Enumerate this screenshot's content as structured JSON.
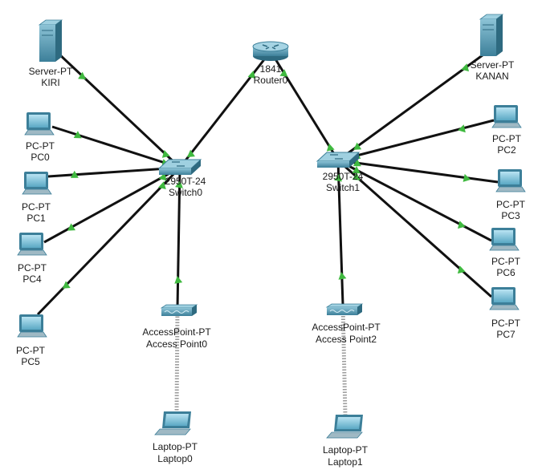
{
  "devices": {
    "server_kiri": {
      "type": "Server-PT",
      "name": "KIRI"
    },
    "server_kanan": {
      "type": "Server-PT",
      "name": "KANAN"
    },
    "router0": {
      "type": "1841",
      "name": "Router0"
    },
    "switch0": {
      "type": "2950T-24",
      "name": "Switch0"
    },
    "switch1": {
      "type": "2950T-24",
      "name": "Switch1"
    },
    "pc0": {
      "type": "PC-PT",
      "name": "PC0"
    },
    "pc1": {
      "type": "PC-PT",
      "name": "PC1"
    },
    "pc4": {
      "type": "PC-PT",
      "name": "PC4"
    },
    "pc5": {
      "type": "PC-PT",
      "name": "PC5"
    },
    "pc2": {
      "type": "PC-PT",
      "name": "PC2"
    },
    "pc3": {
      "type": "PC-PT",
      "name": "PC3"
    },
    "pc6": {
      "type": "PC-PT",
      "name": "PC6"
    },
    "pc7": {
      "type": "PC-PT",
      "name": "PC7"
    },
    "ap0": {
      "type": "AccessPoint-PT",
      "name": "Access Point0"
    },
    "ap2": {
      "type": "AccessPoint-PT",
      "name": "Access Point2"
    },
    "laptop0": {
      "type": "Laptop-PT",
      "name": "Laptop0"
    },
    "laptop1": {
      "type": "Laptop-PT",
      "name": "Laptop1"
    }
  },
  "links": [
    {
      "from": "router0",
      "to": "switch0",
      "medium": "copper"
    },
    {
      "from": "router0",
      "to": "switch1",
      "medium": "copper"
    },
    {
      "from": "server_kiri",
      "to": "switch0",
      "medium": "copper"
    },
    {
      "from": "pc0",
      "to": "switch0",
      "medium": "copper"
    },
    {
      "from": "pc1",
      "to": "switch0",
      "medium": "copper"
    },
    {
      "from": "pc4",
      "to": "switch0",
      "medium": "copper"
    },
    {
      "from": "pc5",
      "to": "switch0",
      "medium": "copper"
    },
    {
      "from": "ap0",
      "to": "switch0",
      "medium": "copper"
    },
    {
      "from": "server_kanan",
      "to": "switch1",
      "medium": "copper"
    },
    {
      "from": "pc2",
      "to": "switch1",
      "medium": "copper"
    },
    {
      "from": "pc3",
      "to": "switch1",
      "medium": "copper"
    },
    {
      "from": "pc6",
      "to": "switch1",
      "medium": "copper"
    },
    {
      "from": "pc7",
      "to": "switch1",
      "medium": "copper"
    },
    {
      "from": "ap2",
      "to": "switch1",
      "medium": "copper"
    },
    {
      "from": "ap0",
      "to": "laptop0",
      "medium": "wireless"
    },
    {
      "from": "ap2",
      "to": "laptop1",
      "medium": "wireless"
    }
  ],
  "link_status": "up",
  "colors": {
    "cable": "#111111",
    "link_up": "#3fb93f",
    "wireless": "#9a9a9a",
    "device_blue": "#4f93ad",
    "label_text": "#1a1a1a"
  },
  "icons": {
    "server": "server-icon",
    "router": "router-icon",
    "switch": "switch-icon",
    "pc": "pc-icon",
    "access_point": "access-point-icon",
    "laptop": "laptop-icon"
  }
}
